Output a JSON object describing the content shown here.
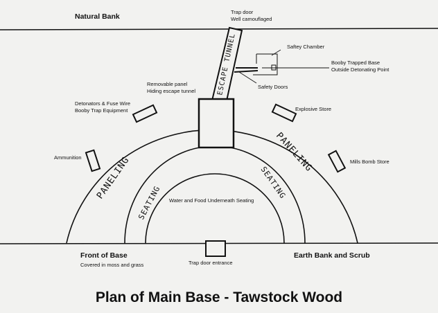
{
  "labels": {
    "natural_bank": "Natural Bank",
    "trap_door_top_1": "Trap door",
    "trap_door_top_2": "Well camouflaged",
    "escape_tunnel": "ESCAPE TUNNEL",
    "safety_chamber": "Saftey Chamber",
    "booby_trapped_1": "Booby Trapped Base",
    "booby_trapped_2": "Outside Detonating Point",
    "safety_doors": "Safety Doors",
    "removable_panel_1": "Removable panel",
    "removable_panel_2": "Hiding escape tunnel",
    "detonators_1": "Detonators & Fuse Wire",
    "detonators_2": "Booby Trap Equipment",
    "explosive_store": "Explosive Store",
    "ammunition": "Ammunition",
    "mills_bomb_store": "Mills Bomb Store",
    "paneling_left": "PANELING",
    "paneling_right": "PANELING",
    "seating_left": "SEATING",
    "seating_right": "SEATING",
    "water_food": "Water and Food Underneath Seating",
    "front_of_base": "Front of Base",
    "covered_moss": "Covered in moss and grass",
    "trap_door_entrance": "Trap door entrance",
    "earth_bank": "Earth Bank and Scrub",
    "title": "Plan of Main Base - Tawstock Wood"
  },
  "colors": {
    "ink": "#111111",
    "paper": "#f2f2f0"
  }
}
